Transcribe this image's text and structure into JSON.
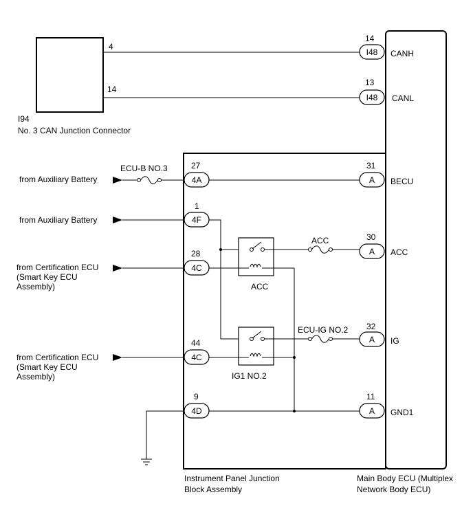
{
  "connector_i94": {
    "code": "I94",
    "name": "No. 3 CAN Junction Connector",
    "pins": [
      "4",
      "14"
    ]
  },
  "main_body_ecu": {
    "label_line1": "Main Body ECU (Multiplex",
    "label_line2": "Network Body ECU)",
    "terminals": [
      {
        "name": "CANH",
        "pin": "14",
        "connector": "I48"
      },
      {
        "name": "CANL",
        "pin": "13",
        "connector": "I48"
      },
      {
        "name": "BECU",
        "pin": "31",
        "connector": "A"
      },
      {
        "name": "ACC",
        "pin": "30",
        "connector": "A"
      },
      {
        "name": "IG",
        "pin": "32",
        "connector": "A"
      },
      {
        "name": "GND1",
        "pin": "11",
        "connector": "A"
      }
    ]
  },
  "junction_block": {
    "label_line1": "Instrument Panel Junction",
    "label_line2": "Block Assembly",
    "pins": [
      {
        "pin": "27",
        "connector": "4A"
      },
      {
        "pin": "1",
        "connector": "4F"
      },
      {
        "pin": "28",
        "connector": "4C"
      },
      {
        "pin": "44",
        "connector": "4C"
      },
      {
        "pin": "9",
        "connector": "4D"
      }
    ],
    "fuses": [
      "ECU-B NO.3",
      "ACC",
      "ECU-IG NO.2"
    ],
    "relays": [
      "ACC",
      "IG1 NO.2"
    ]
  },
  "sources": {
    "aux_battery_1": "from Auxiliary Battery",
    "aux_battery_2": "from Auxiliary Battery",
    "cert_ecu_1": [
      "from Certification ECU",
      "(Smart Key ECU",
      "Assembly)"
    ],
    "cert_ecu_2": [
      "from Certification ECU",
      "(Smart Key ECU",
      "Assembly)"
    ]
  }
}
